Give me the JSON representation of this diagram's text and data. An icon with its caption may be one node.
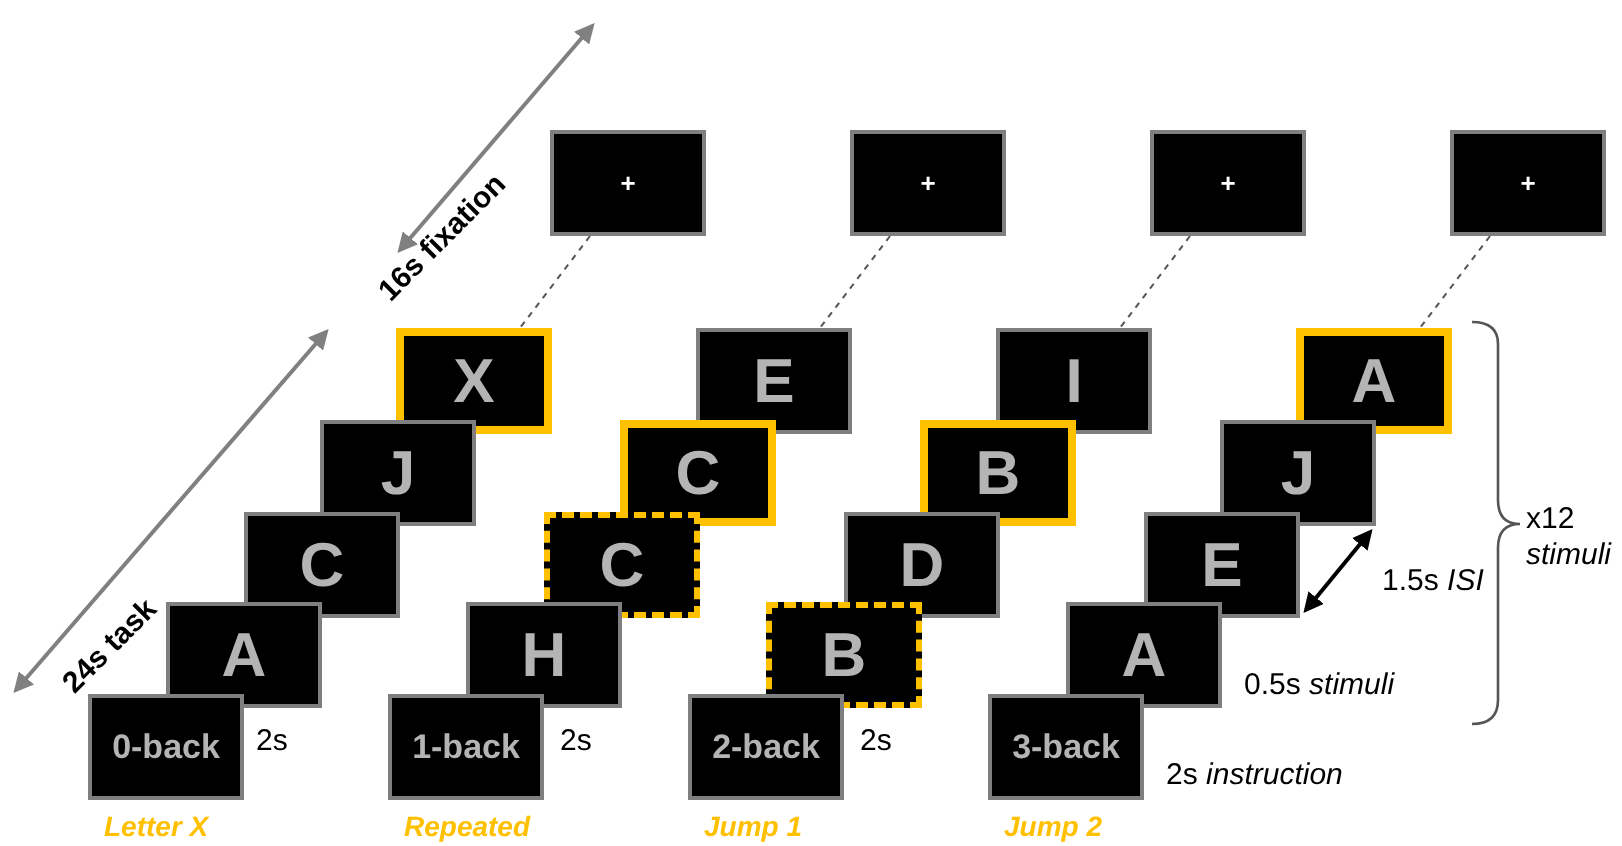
{
  "diagram": {
    "nodes": [
      {
        "text": [
          "+"
        ]
      },
      {
        "text": [
          "X"
        ]
      },
      {
        "text": [
          "J"
        ]
      },
      {
        "text": [
          "C"
        ]
      },
      {
        "text": [
          "A"
        ]
      },
      {
        "text": [
          "0-back"
        ],
        "beside": [
          "2s",
          "Letter X"
        ]
      },
      {
        "text": [
          "+"
        ]
      },
      {
        "text": [
          "E"
        ]
      },
      {
        "text": [
          "C"
        ]
      },
      {
        "text": [
          "C"
        ]
      },
      {
        "text": [
          "H"
        ]
      },
      {
        "text": [
          "1-back"
        ],
        "beside": [
          "2s",
          "Repeated"
        ]
      },
      {
        "text": [
          "+"
        ]
      },
      {
        "text": [
          "I"
        ]
      },
      {
        "text": [
          "B"
        ]
      },
      {
        "text": [
          "D"
        ]
      },
      {
        "text": [
          "B"
        ]
      },
      {
        "text": [
          "2-back"
        ],
        "beside": [
          "2s",
          "Jump 1"
        ]
      },
      {
        "text": [
          "+"
        ]
      },
      {
        "text": [
          "A"
        ]
      },
      {
        "text": [
          "J"
        ]
      },
      {
        "text": [
          "E"
        ]
      },
      {
        "text": [
          "A"
        ],
        "beside": [
          "0.5s *stimuli*"
        ]
      },
      {
        "text": [
          "3-back"
        ],
        "beside": [
          "2s *instruction*",
          "Jump 2"
        ]
      }
    ],
    "edges": [
      {
        "from": 0,
        "to": 1,
        "arrow": "none",
        "style": "dashed"
      },
      {
        "from": 6,
        "to": 7,
        "arrow": "none",
        "style": "dashed"
      },
      {
        "from": 12,
        "to": 13,
        "arrow": "none",
        "style": "dashed"
      },
      {
        "from": 18,
        "to": 19,
        "arrow": "none",
        "style": "dashed"
      },
      {
        "from": 21,
        "to": 20,
        "arrow": "both",
        "label": "1.5s *ISI*",
        "color": "#000000"
      }
    ],
    "labels": [
      "16s fixation",
      "24s task",
      "x12 *stimuli*"
    ]
  }
}
